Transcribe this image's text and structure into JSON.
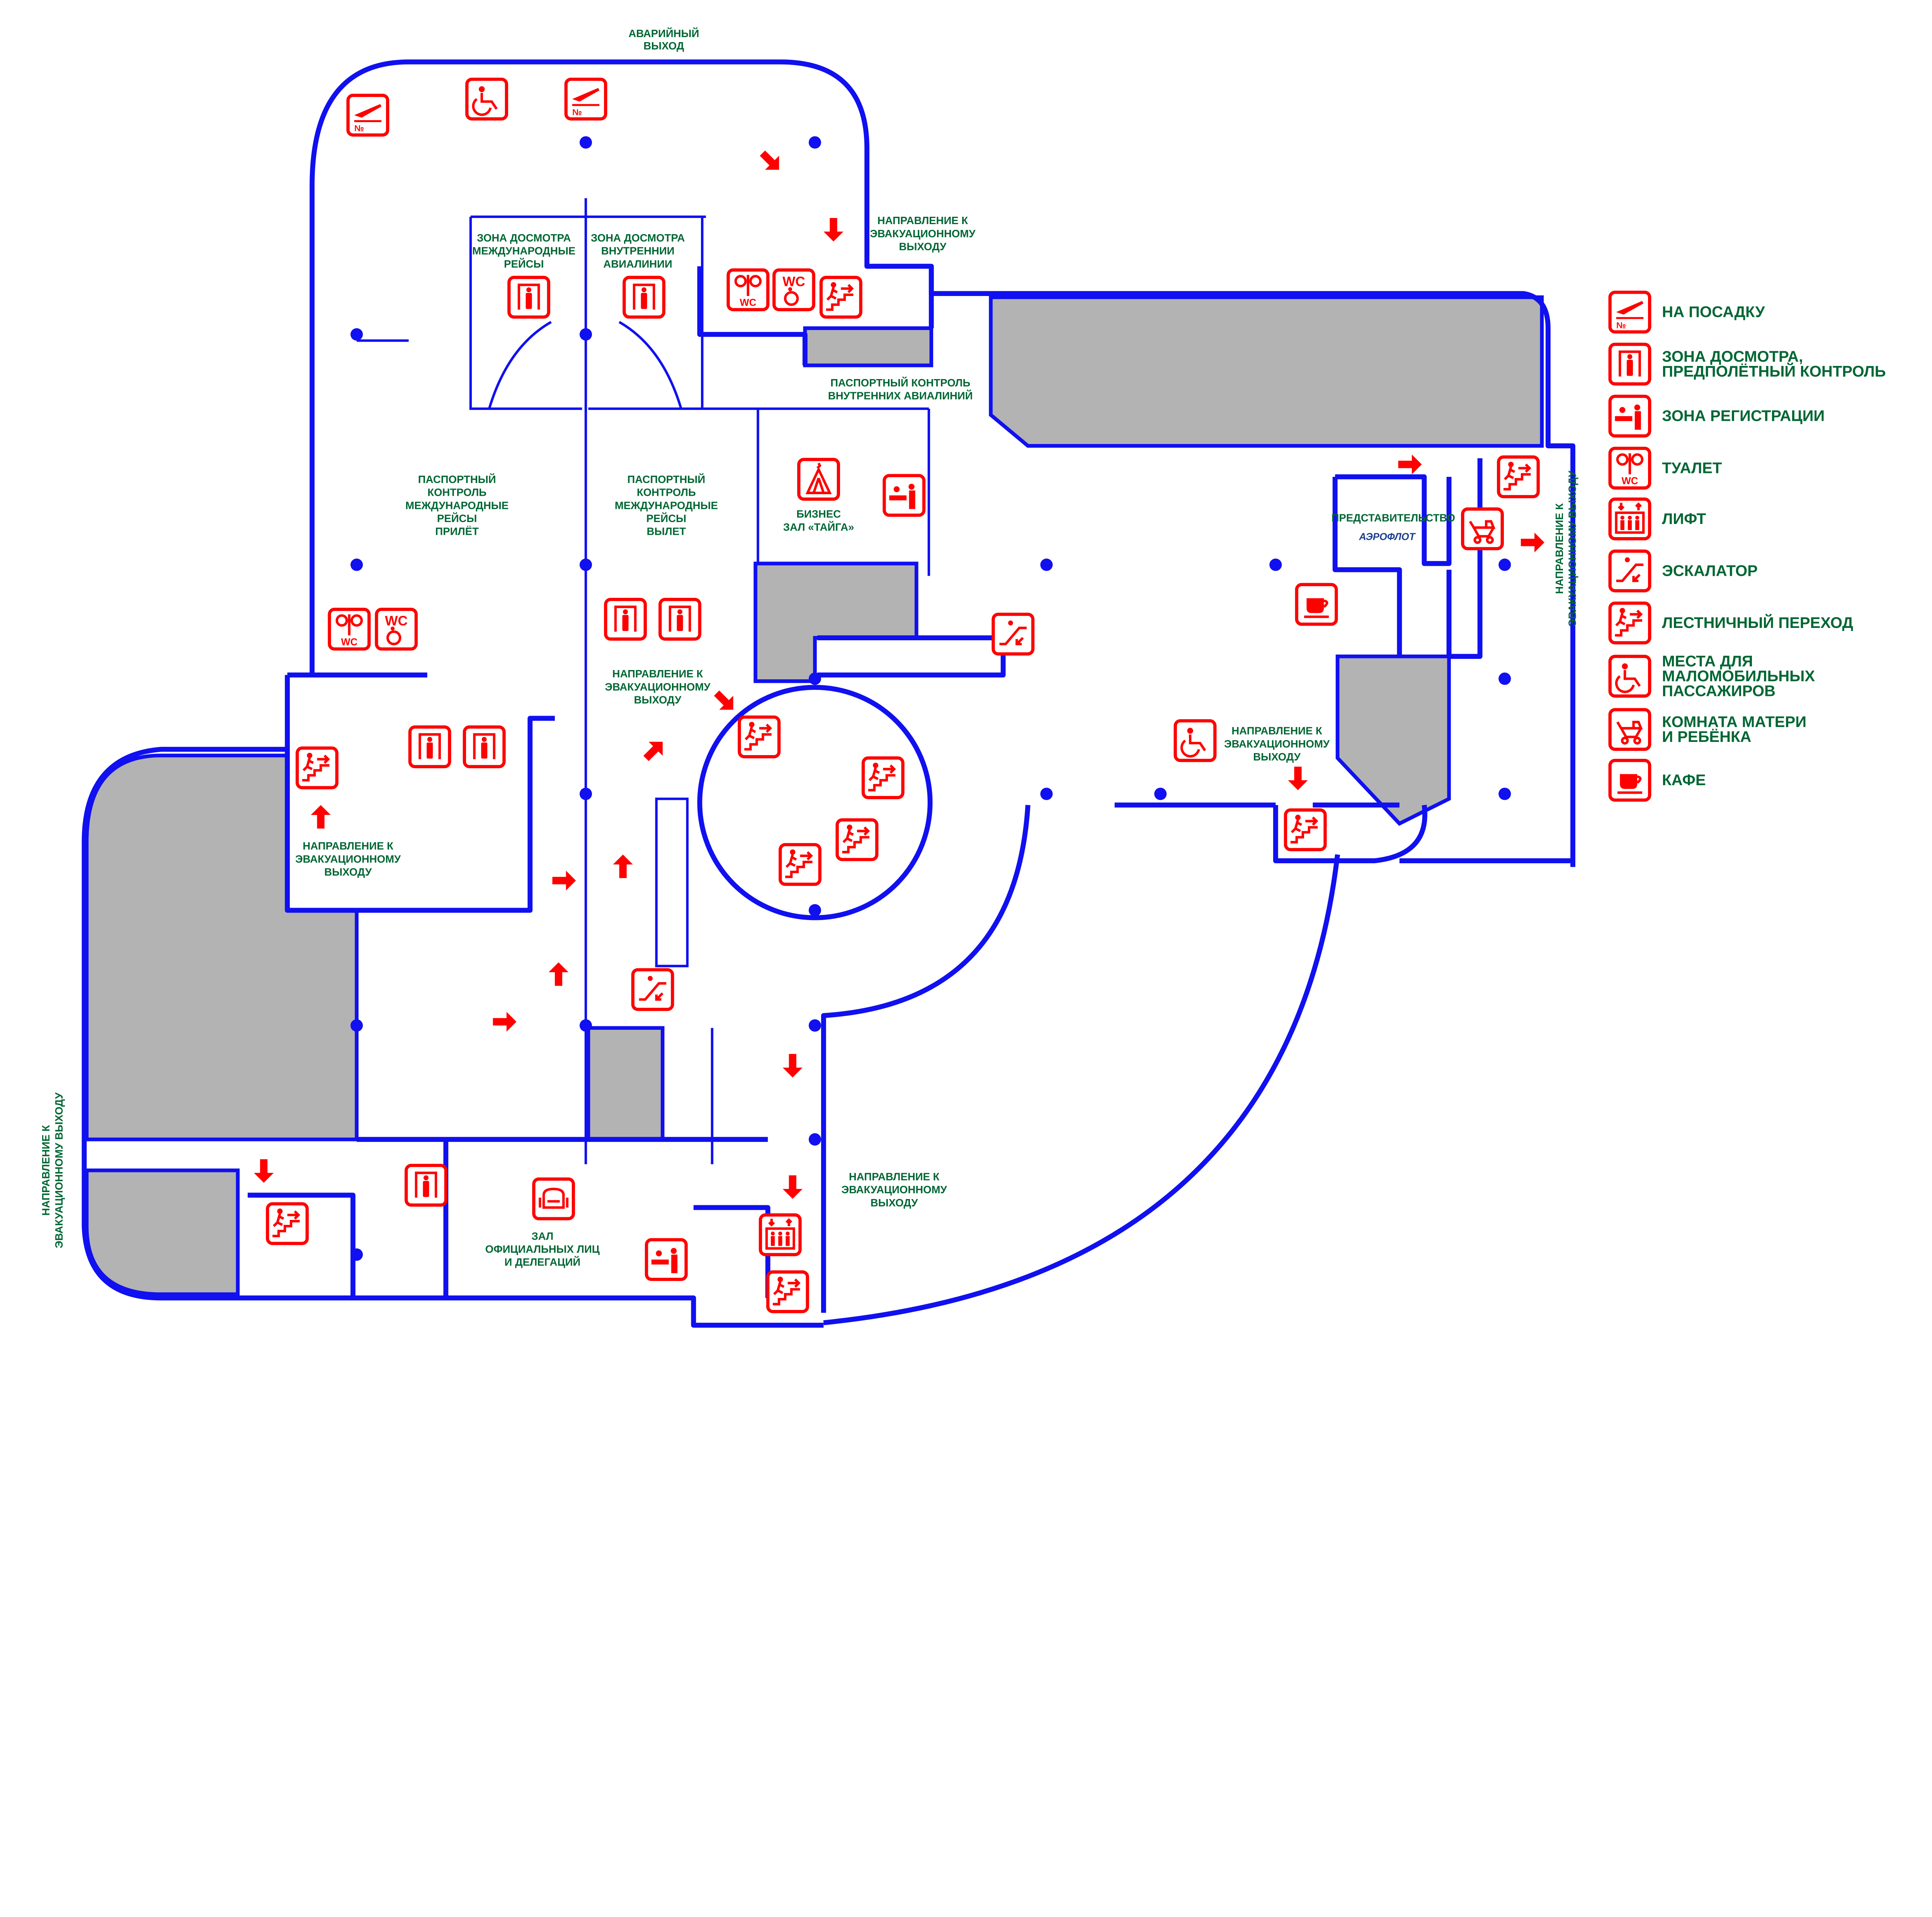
{
  "title": "План этажа аэропорта",
  "colors": {
    "walls": "#1010f0",
    "icons": "#ff0000",
    "labels": "#006633",
    "blocked": "#b3b3b3"
  },
  "icon_text": {
    "number_sign": "№",
    "wc": "WC"
  },
  "labels": [
    {
      "id": "emergency-exit",
      "lines": [
        "АВАРИЙНЫЙ",
        "ВЫХОД"
      ]
    },
    {
      "id": "evac-direction-top",
      "lines": [
        "НАПРАВЛЕНИЕ К",
        "ЭВАКУАЦИОННОМУ",
        "ВЫХОДУ"
      ]
    },
    {
      "id": "screening-international",
      "lines": [
        "ЗОНА ДОСМОТРА",
        "МЕЖДУНАРОДНЫЕ",
        "РЕЙСЫ"
      ]
    },
    {
      "id": "screening-domestic",
      "lines": [
        "ЗОНА ДОСМОТРА",
        "ВНУТРЕННИИ",
        "АВИАЛИНИИ"
      ]
    },
    {
      "id": "passport-domestic",
      "lines": [
        "ПАСПОРТНЫЙ КОНТРОЛЬ",
        "ВНУТРЕННИХ АВИАЛИНИЙ"
      ]
    },
    {
      "id": "passport-arrival",
      "lines": [
        "ПАСПОРТНЫЙ",
        "КОНТРОЛЬ",
        "МЕЖДУНАРОДНЫЕ",
        "РЕЙСЫ",
        "ПРИЛЁТ"
      ]
    },
    {
      "id": "passport-departure",
      "lines": [
        "ПАСПОРТНЫЙ",
        "КОНТРОЛЬ",
        "МЕЖДУНАРОДНЫЕ",
        "РЕЙСЫ",
        "ВЫЛЕТ"
      ]
    },
    {
      "id": "business-lounge",
      "lines": [
        "БИЗНЕС",
        "ЗАЛ «ТАЙГА»"
      ]
    },
    {
      "id": "evac-direction-center",
      "lines": [
        "НАПРАВЛЕНИЕ К",
        "ЭВАКУАЦИОННОМУ",
        "ВЫХОДУ"
      ]
    },
    {
      "id": "evac-direction-left",
      "lines": [
        "НАПРАВЛЕНИЕ К",
        "ЭВАКУАЦИОННОМУ",
        "ВЫХОДУ"
      ]
    },
    {
      "id": "evac-direction-east",
      "lines": [
        "НАПРАВЛЕНИЕ К",
        "ЭВАКУАЦИОННОМУ",
        "ВЫХОДУ"
      ]
    },
    {
      "id": "evac-direction-south",
      "lines": [
        "НАПРАВЛЕНИЕ К",
        "ЭВАКУАЦИОННОМУ",
        "ВЫХОДУ"
      ]
    },
    {
      "id": "vip-hall",
      "lines": [
        "ЗАЛ",
        "ОФИЦИАЛЬНЫХ ЛИЦ",
        "И ДЕЛЕГАЦИЙ"
      ]
    },
    {
      "id": "aeroflot-office",
      "lines": [
        "ПРЕДСТАВИТЕЛЬСТВО"
      ]
    },
    {
      "id": "aeroflot-logo",
      "lines": [
        "АЭРОФЛОТ"
      ]
    },
    {
      "id": "evac-direction-west-vertical",
      "lines": [
        "НАПРАВЛЕНИЕ К",
        "ЭВАКУАЦИОННОМУ ВЫХОДУ"
      ]
    },
    {
      "id": "evac-direction-east-vertical",
      "lines": [
        "НАПРАВЛЕНИЕ К",
        "ЭВАКУАЦИОННОМУ ВЫХОДУ"
      ]
    }
  ],
  "legend": [
    {
      "icon": "boarding",
      "lines": [
        "НА ПОСАДКУ"
      ]
    },
    {
      "icon": "screening",
      "lines": [
        "ЗОНА ДОСМОТРА,",
        "ПРЕДПОЛЁТНЫЙ КОНТРОЛЬ"
      ]
    },
    {
      "icon": "checkin",
      "lines": [
        "ЗОНА РЕГИСТРАЦИИ"
      ]
    },
    {
      "icon": "wc-family",
      "lines": [
        "ТУАЛЕТ"
      ]
    },
    {
      "icon": "elevator",
      "lines": [
        "ЛИФТ"
      ]
    },
    {
      "icon": "escalator",
      "lines": [
        "ЭСКАЛАТОР"
      ]
    },
    {
      "icon": "stairs",
      "lines": [
        "ЛЕСТНИЧНЫЙ ПЕРЕХОД"
      ]
    },
    {
      "icon": "wheelchair",
      "lines": [
        "МЕСТА ДЛЯ",
        "МАЛОМОБИЛЬНЫХ",
        "ПАССАЖИРОВ"
      ]
    },
    {
      "icon": "baby-room",
      "lines": [
        "КОМНАТА МАТЕРИ",
        "И РЕБЁНКА"
      ]
    },
    {
      "icon": "cafe",
      "lines": [
        "КАФЕ"
      ]
    }
  ]
}
